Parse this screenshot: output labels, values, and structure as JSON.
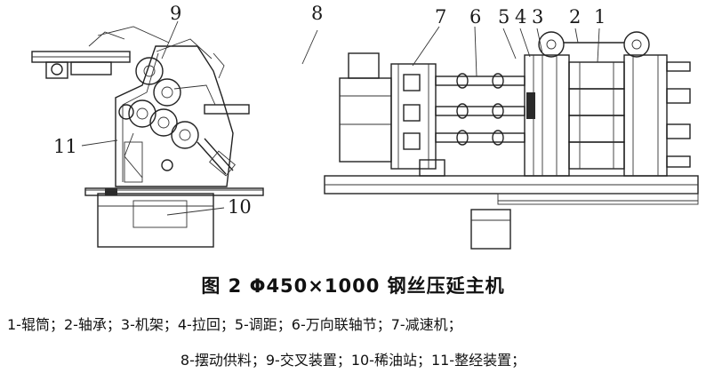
{
  "figure": {
    "callouts": [
      "9",
      "8",
      "7",
      "6",
      "5",
      "4",
      "3",
      "2",
      "1",
      "11",
      "10"
    ]
  },
  "caption": "图 2 Φ450×1000 钢丝压延主机",
  "legend": {
    "line1": "1-辊筒；2-轴承；3-机架；4-拉回；5-调距；6-万向联轴节；7-减速机；",
    "line2": "8-摆动供料；9-交叉装置；10-稀油站；11-整经装置；"
  }
}
